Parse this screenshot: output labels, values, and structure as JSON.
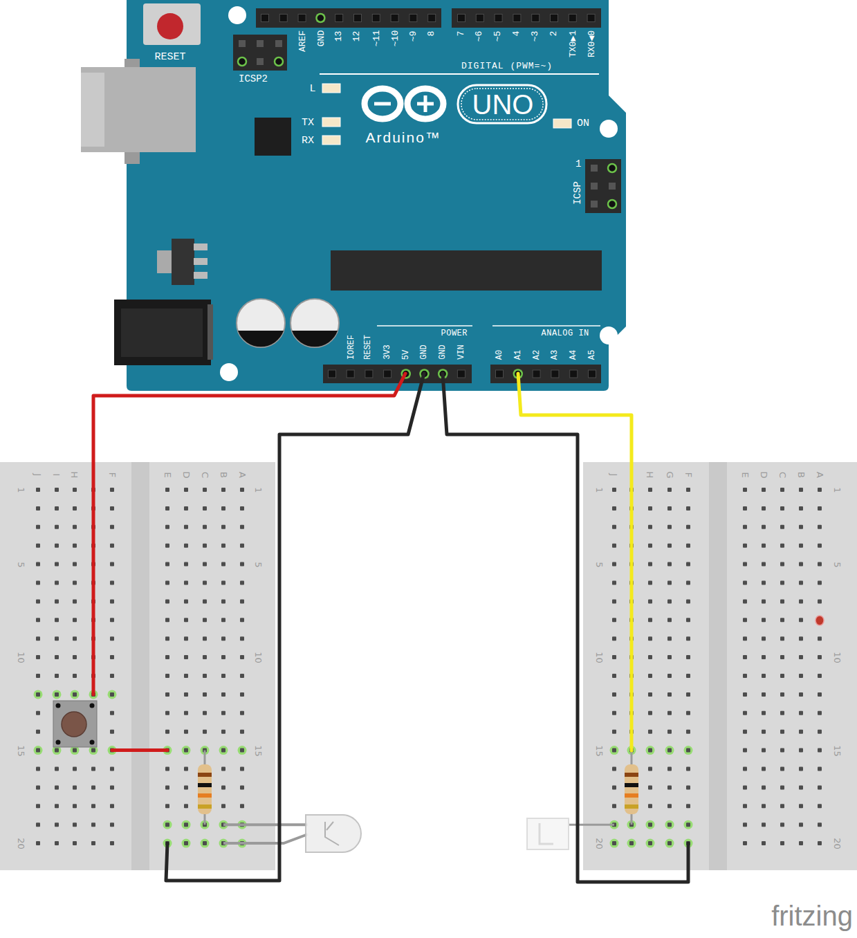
{
  "diagram": {
    "nodes": [
      {
        "text": [
          "RESET",
          "ICSP2",
          "AREF",
          "GND",
          "13",
          "12",
          "~11",
          "~10",
          "~9",
          "8",
          "7",
          "~6",
          "~5",
          "4",
          "~3",
          "2",
          "TX0▶1",
          "RX0◀0",
          "DIGITAL (PWM=~)",
          "L",
          "UNO",
          "TX",
          "RX",
          "Arduino™",
          "ON",
          "1",
          "ICSP",
          "POWER",
          "ANALOG IN",
          "IOREF",
          "RESET",
          "3V3",
          "5V",
          "GND",
          "GND",
          "VIN",
          "A0",
          "A1",
          "A2",
          "A3",
          "A4",
          "A5"
        ]
      },
      {
        "text": [
          "J",
          "I",
          "H",
          "F",
          "E",
          "D",
          "C",
          "B",
          "A",
          "1",
          "1",
          "5",
          "5",
          "10",
          "10",
          "15",
          "15",
          "20"
        ]
      },
      {
        "text": [
          "J",
          "H",
          "G",
          "F",
          "E",
          "D",
          "C",
          "B",
          "A",
          "1",
          "1",
          "5",
          "5",
          "10",
          "10",
          "15",
          "15",
          "20",
          "20"
        ]
      }
    ],
    "edges": [
      {
        "from": 0,
        "to": 1,
        "arrow": "none"
      },
      {
        "from": 0,
        "to": 1,
        "arrow": "none"
      },
      {
        "from": 0,
        "to": 2,
        "arrow": "none"
      },
      {
        "from": 0,
        "to": 2,
        "arrow": "none"
      }
    ],
    "labels": [
      "fritzing"
    ]
  }
}
